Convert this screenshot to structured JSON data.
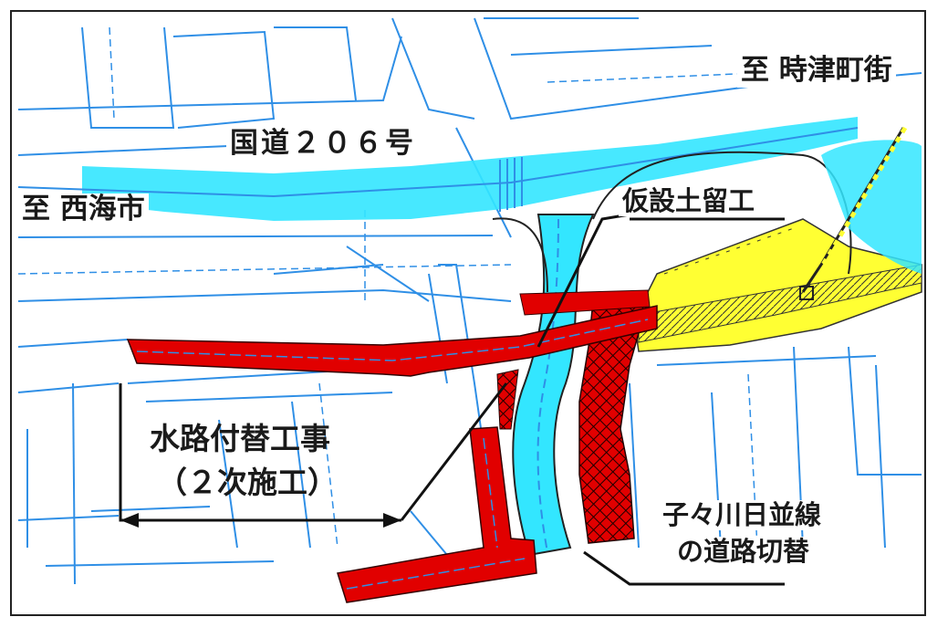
{
  "labels": {
    "to_tokitsu": "至  時津町街",
    "route206": "国道２０６号",
    "to_saikai": "至  西海市",
    "temp_retaining": "仮設土留工",
    "waterway_line1": "水路付替工事",
    "waterway_line2": "（２次施工）",
    "road_switch_line1": "子々川日並線",
    "road_switch_line2": "の道路切替"
  },
  "colors": {
    "map_lines": "#2f8fe6",
    "route_highlight": "#33e6ff",
    "waterway": "#e60000",
    "embankment": "#ffff33",
    "leader": "#111111",
    "frame": "#222222"
  }
}
